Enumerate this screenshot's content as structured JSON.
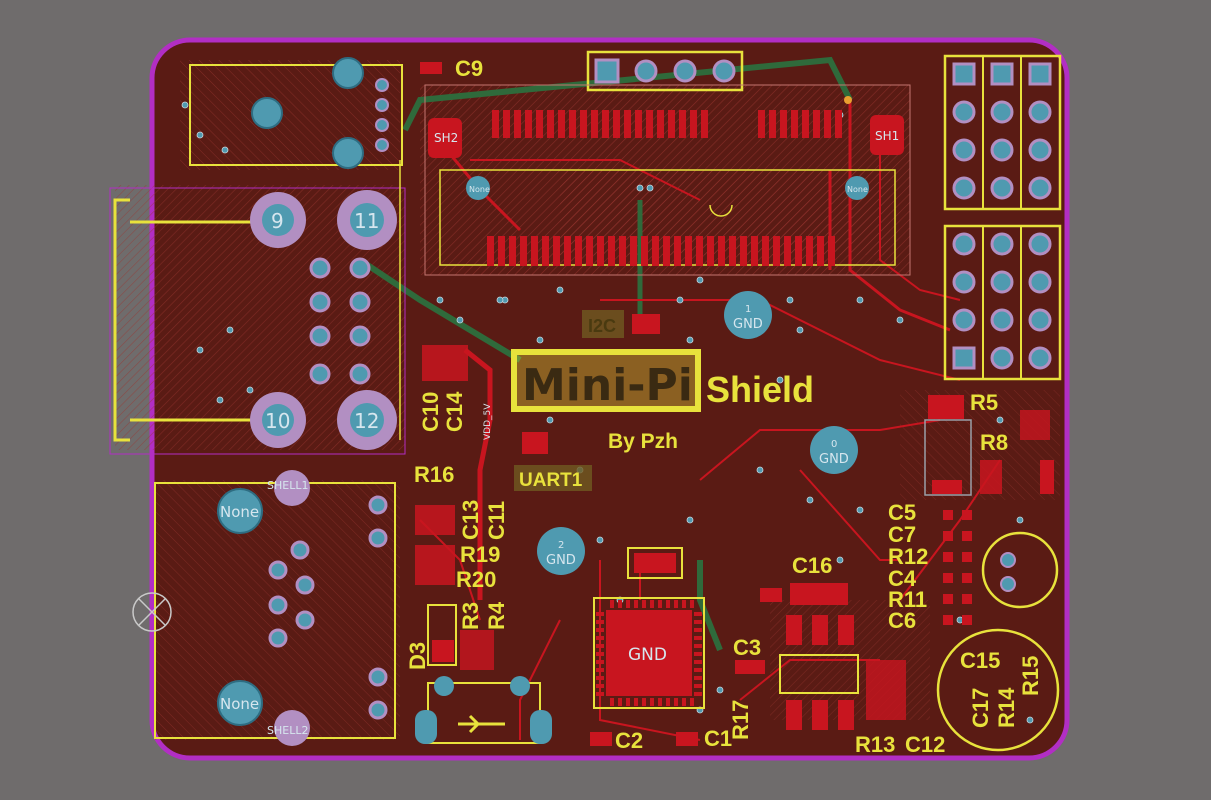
{
  "board": {
    "colors": {
      "background": "#6f6c6c",
      "board_fill": "#5a1b14",
      "outline": "#b22ec4",
      "copper": "#c8151f",
      "copper_dark": "#6d1010",
      "silkscreen": "#e8e23c",
      "via": "#4f9ab0",
      "pad_ring": "#b28fc2",
      "hatch": "#a03a35",
      "trace_green": "#2f6a3b"
    },
    "title": "Mini-Pi",
    "subtitle": "Shield",
    "author": "By Pzh"
  },
  "component_labels": [
    {
      "id": "C9",
      "text": "C9"
    },
    {
      "id": "C10",
      "text": "C10"
    },
    {
      "id": "C14",
      "text": "C14"
    },
    {
      "id": "R16",
      "text": "R16"
    },
    {
      "id": "C13",
      "text": "C13"
    },
    {
      "id": "C11",
      "text": "C11"
    },
    {
      "id": "R19",
      "text": "R19"
    },
    {
      "id": "R20",
      "text": "R20"
    },
    {
      "id": "R3",
      "text": "R3"
    },
    {
      "id": "R4",
      "text": "R4"
    },
    {
      "id": "D3",
      "text": "D3"
    },
    {
      "id": "UART1",
      "text": "UART1"
    },
    {
      "id": "I2C",
      "text": "I2C"
    },
    {
      "id": "C16",
      "text": "C16"
    },
    {
      "id": "C3",
      "text": "C3"
    },
    {
      "id": "C2",
      "text": "C2"
    },
    {
      "id": "C1",
      "text": "C1"
    },
    {
      "id": "R17",
      "text": "R17"
    },
    {
      "id": "R13",
      "text": "R13"
    },
    {
      "id": "C12",
      "text": "C12"
    },
    {
      "id": "R5",
      "text": "R5"
    },
    {
      "id": "R8",
      "text": "R8"
    },
    {
      "id": "C5",
      "text": "C5"
    },
    {
      "id": "C7",
      "text": "C7"
    },
    {
      "id": "R12",
      "text": "R12"
    },
    {
      "id": "C4",
      "text": "C4"
    },
    {
      "id": "R11",
      "text": "R11"
    },
    {
      "id": "C6",
      "text": "C6"
    },
    {
      "id": "C15",
      "text": "C15"
    },
    {
      "id": "C17",
      "text": "C17"
    },
    {
      "id": "R14",
      "text": "R14"
    },
    {
      "id": "R15",
      "text": "R15"
    }
  ],
  "pad_labels": {
    "sh1": "SH1",
    "sh2": "SH2",
    "shell1": "SHELL1",
    "shell2": "SHELL2",
    "none": "None",
    "gnd": "GND",
    "gnd_1": "1",
    "gnd_0": "0",
    "gnd_2": "2",
    "rj_9": "9",
    "rj_10": "10",
    "rj_11": "11",
    "rj_12": "12",
    "vdd": "VDD_5V"
  }
}
